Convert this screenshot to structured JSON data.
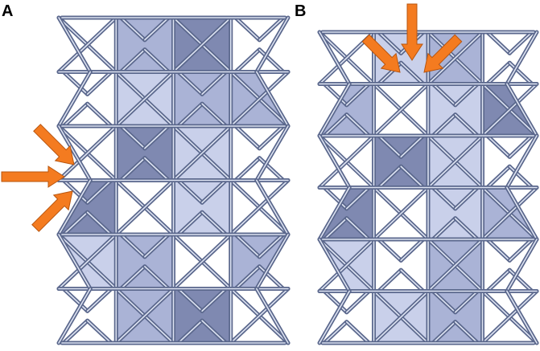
{
  "panels": [
    {
      "label": "A",
      "load": "lateral",
      "arrow_count": 3
    },
    {
      "label": "B",
      "load": "vertical",
      "arrow_count": 3
    }
  ],
  "lattice": {
    "columns": 4,
    "rows": 6
  },
  "colors": {
    "strut": "#5a678c",
    "strut_highlight": "#dde3f2",
    "face_light": "#c9d0ea",
    "face_mid": "#aab3d6",
    "face_dark": "#7f89b1",
    "arrow": "#f47b20"
  }
}
